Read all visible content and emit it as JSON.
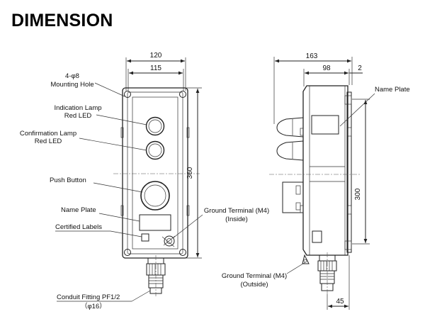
{
  "title": "DIMENSION",
  "front_view": {
    "dims": {
      "width_outer": "120",
      "width_inner": "115",
      "height": "360"
    },
    "labels": {
      "mounting_hole_1": "4-φ8",
      "mounting_hole_2": "Mounting Hole",
      "indication_lamp_1": "Indication Lamp",
      "indication_lamp_2": "Red LED",
      "confirmation_lamp_1": "Confirmation Lamp",
      "confirmation_lamp_2": "Red LED",
      "push_button": "Push Button",
      "name_plate": "Name Plate",
      "certified_labels": "Certified Labels",
      "ground_inside_1": "Ground Terminal (M4)",
      "ground_inside_2": "(Inside)",
      "conduit_1": "Conduit Fitting PF1/2",
      "conduit_2": "（φ16）"
    }
  },
  "side_view": {
    "dims": {
      "depth": "163",
      "depth_body": "98",
      "flange": "2",
      "height": "300",
      "fitting": "45"
    },
    "labels": {
      "name_plate": "Name Plate",
      "ground_outside_1": "Ground Terminal (M4)",
      "ground_outside_2": "(Outside)"
    }
  }
}
